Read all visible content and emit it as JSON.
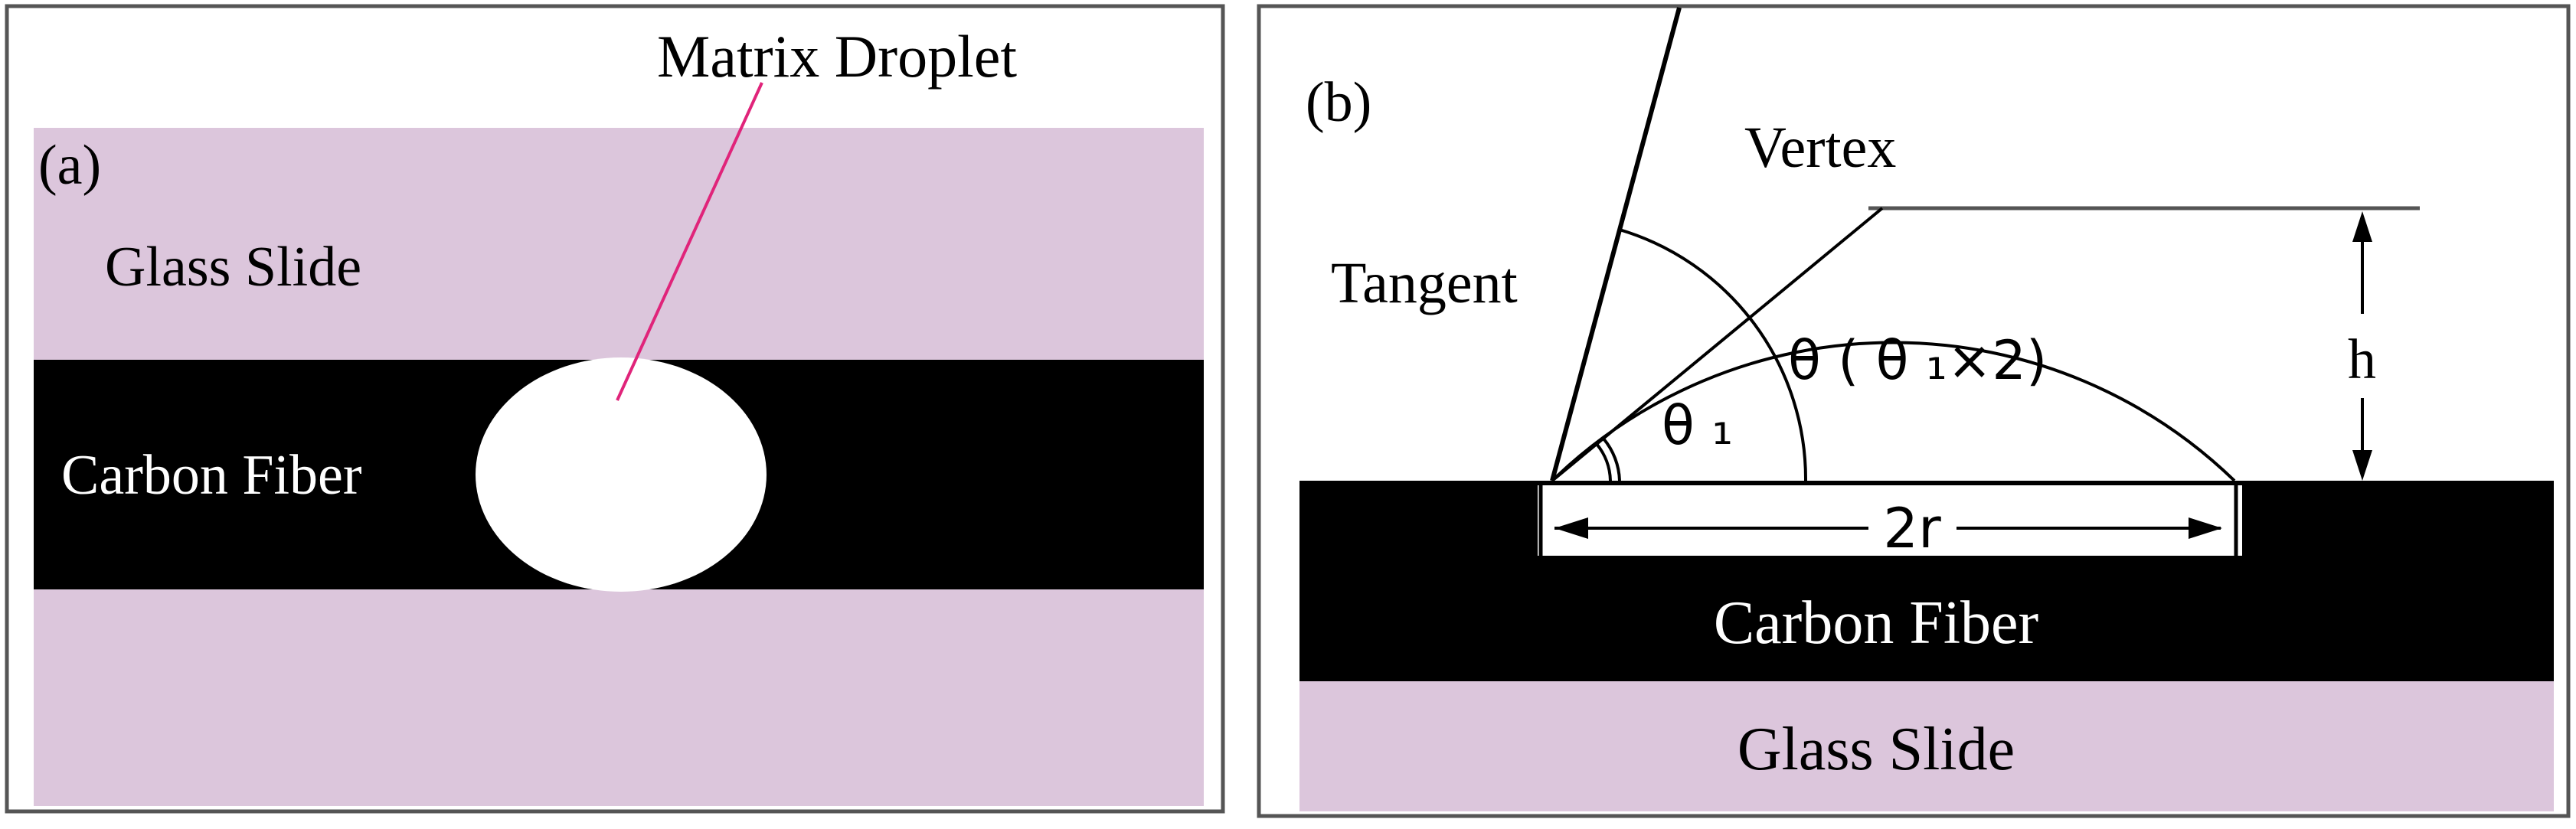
{
  "panel_a": {
    "label": "(a)",
    "matrix_droplet": "Matrix Droplet",
    "glass_slide": "Glass Slide",
    "carbon_fiber": "Carbon Fiber"
  },
  "panel_b": {
    "label": "(b)",
    "vertex": "Vertex",
    "tangent": "Tangent",
    "theta_expr": "θ ( θ ₁×2)",
    "theta1": "θ ₁",
    "height": "h",
    "base_width": "2r",
    "carbon_fiber": "Carbon Fiber",
    "glass_slide": "Glass Slide"
  },
  "colors": {
    "glass_slide": "#dcc6dc",
    "carbon_fiber": "#000000",
    "leader_line": "#e0247a",
    "frame": "#555555"
  }
}
